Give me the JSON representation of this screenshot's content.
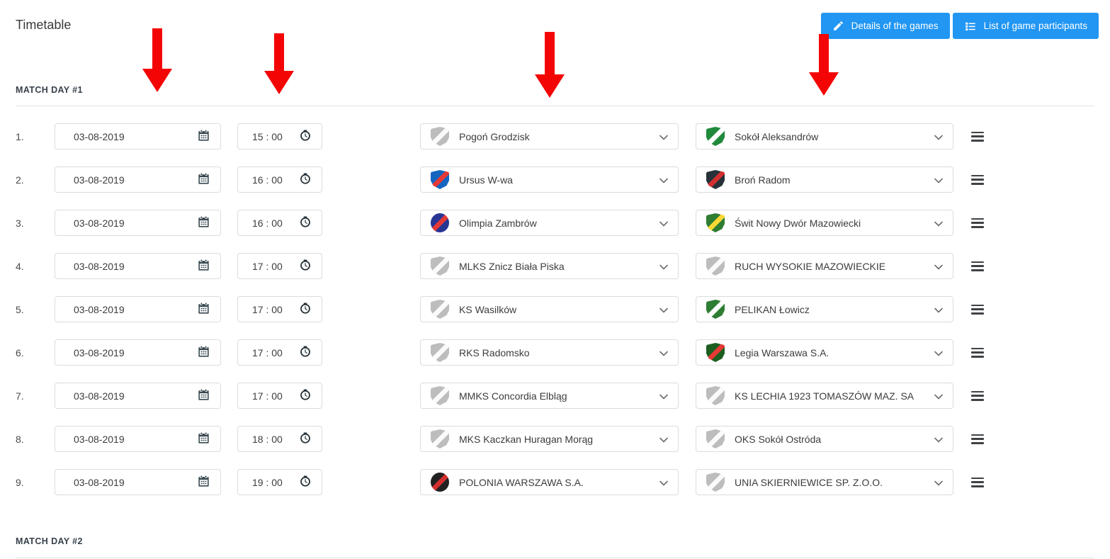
{
  "page": {
    "title": "Timetable"
  },
  "toolbar": {
    "accent_color": "#2196f3",
    "buttons": [
      {
        "label": "Details of the games",
        "icon": "pencil-icon"
      },
      {
        "label": "List of game participants",
        "icon": "list-icon"
      }
    ]
  },
  "annotations": {
    "arrow_color": "#f40505",
    "arrows": [
      "date-column",
      "time-column",
      "home-team-column",
      "away-team-column"
    ]
  },
  "sections": [
    {
      "label": "MATCH DAY #1"
    },
    {
      "label": "MATCH DAY #2"
    }
  ],
  "icons": {
    "calendar": "calendar-icon",
    "clock": "clock-icon",
    "chevron": "chevron-down-icon",
    "drag": "drag-handle-icon"
  },
  "rows": [
    {
      "num": "1.",
      "date": "03-08-2019",
      "time": "15 : 00",
      "home": "Pogoń Grodzisk",
      "away": "Sokół Aleksandrów",
      "home_logo": {
        "shape": "shield",
        "c1": "#bdbdbd",
        "c2": "#fafafa"
      },
      "away_logo": {
        "shape": "shield",
        "c1": "#1f8a3b",
        "c2": "#ffffff"
      }
    },
    {
      "num": "2.",
      "date": "03-08-2019",
      "time": "16 : 00",
      "home": "Ursus W-wa",
      "away": "Broń Radom",
      "home_logo": {
        "shape": "shield",
        "c1": "#1565c0",
        "c2": "#e53935"
      },
      "away_logo": {
        "shape": "shield",
        "c1": "#263238",
        "c2": "#d32f2f"
      }
    },
    {
      "num": "3.",
      "date": "03-08-2019",
      "time": "16 : 00",
      "home": "Olimpia Zambrów",
      "away": "Świt Nowy Dwór Mazowiecki",
      "home_logo": {
        "shape": "circle",
        "c1": "#283593",
        "c2": "#e53935"
      },
      "away_logo": {
        "shape": "shield",
        "c1": "#2e7d32",
        "c2": "#fdd835"
      }
    },
    {
      "num": "4.",
      "date": "03-08-2019",
      "time": "17 : 00",
      "home": "MLKS Znicz Biała Piska",
      "away": "RUCH WYSOKIE MAZOWIECKIE",
      "home_logo": {
        "shape": "shield",
        "c1": "#bdbdbd",
        "c2": "#fafafa"
      },
      "away_logo": {
        "shape": "shield",
        "c1": "#bdbdbd",
        "c2": "#fafafa"
      }
    },
    {
      "num": "5.",
      "date": "03-08-2019",
      "time": "17 : 00",
      "home": "KS Wasilków",
      "away": "PELIKAN Łowicz",
      "home_logo": {
        "shape": "shield",
        "c1": "#bdbdbd",
        "c2": "#fafafa"
      },
      "away_logo": {
        "shape": "shield",
        "c1": "#2e7d32",
        "c2": "#ffffff"
      }
    },
    {
      "num": "6.",
      "date": "03-08-2019",
      "time": "17 : 00",
      "home": "RKS Radomsko",
      "away": "Legia Warszawa S.A.",
      "home_logo": {
        "shape": "shield",
        "c1": "#bdbdbd",
        "c2": "#fafafa"
      },
      "away_logo": {
        "shape": "shield",
        "c1": "#1b5e20",
        "c2": "#e53935"
      }
    },
    {
      "num": "7.",
      "date": "03-08-2019",
      "time": "17 : 00",
      "home": "MMKS Concordia Elbląg",
      "away": "KS LECHIA 1923 TOMASZÓW MAZ. SA",
      "home_logo": {
        "shape": "shield",
        "c1": "#bdbdbd",
        "c2": "#fafafa"
      },
      "away_logo": {
        "shape": "shield",
        "c1": "#bdbdbd",
        "c2": "#fafafa"
      }
    },
    {
      "num": "8.",
      "date": "03-08-2019",
      "time": "18 : 00",
      "home": "MKS Kaczkan Huragan Morąg",
      "away": "OKS Sokół Ostróda",
      "home_logo": {
        "shape": "shield",
        "c1": "#bdbdbd",
        "c2": "#fafafa"
      },
      "away_logo": {
        "shape": "shield",
        "c1": "#bdbdbd",
        "c2": "#fafafa"
      }
    },
    {
      "num": "9.",
      "date": "03-08-2019",
      "time": "19 : 00",
      "home": "POLONIA WARSZAWA S.A.",
      "away": "UNIA SKIERNIEWICE SP. Z.O.O.",
      "home_logo": {
        "shape": "circle",
        "c1": "#212121",
        "c2": "#d32f2f"
      },
      "away_logo": {
        "shape": "shield",
        "c1": "#bdbdbd",
        "c2": "#fafafa"
      }
    }
  ]
}
